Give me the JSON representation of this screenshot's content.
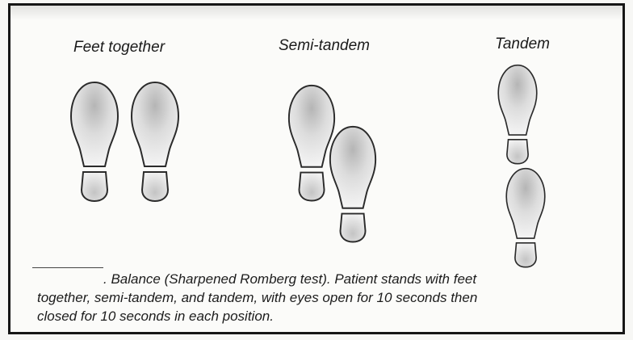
{
  "figure": {
    "labels": {
      "feet_together": "Feet together",
      "semi_tandem": "Semi-tandem",
      "tandem": "Tandem"
    },
    "caption": {
      "line1": ". Balance (Sharpened Romberg test). Patient stands with feet",
      "line2": "together, semi-tandem, and tandem, with eyes open for 10 seconds then",
      "line3": "closed for 10 seconds in each position."
    }
  }
}
